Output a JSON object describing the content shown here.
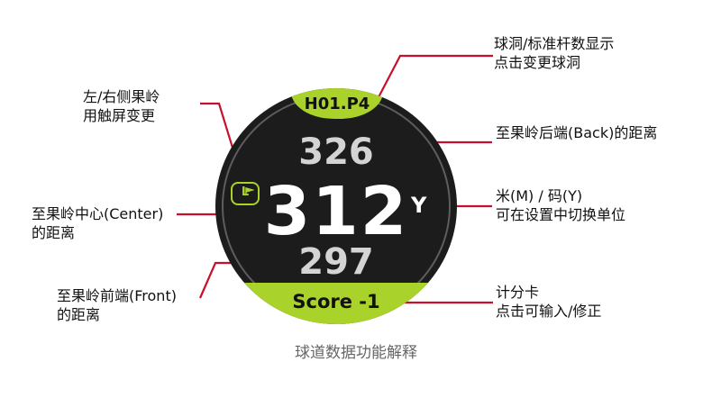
{
  "watch": {
    "hole_label": "H01.P4",
    "back_distance": "326",
    "center_distance": "312",
    "front_distance": "297",
    "unit": "Y",
    "side_icon": "L",
    "score_label": "Score -1"
  },
  "labels": {
    "hole": [
      "球洞/标准杆数显示",
      "点击变更球洞"
    ],
    "side": [
      "左/右侧果岭",
      "用触屏变更"
    ],
    "back": [
      "至果岭后端(Back)的距离"
    ],
    "unit": [
      "米(M) / 码(Y)",
      "可在设置中切换单位"
    ],
    "center": [
      "至果岭中心(Center)",
      "的距离"
    ],
    "front": [
      "至果岭前端(Front)",
      "的距离"
    ],
    "score": [
      "计分卡",
      "点击可输入/修正"
    ]
  },
  "caption": "球道数据功能解释",
  "colors": {
    "accent": "#a9d22a",
    "leader": "#c8102e",
    "face": "#1c1c1c"
  }
}
